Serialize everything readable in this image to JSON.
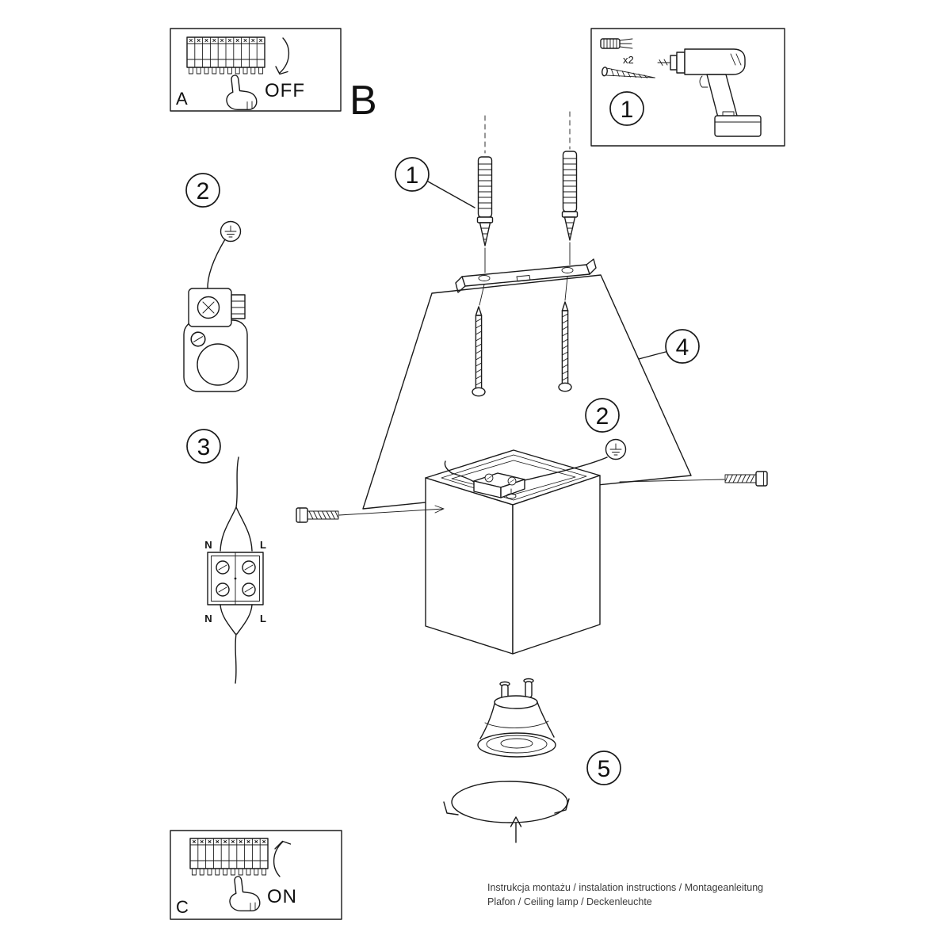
{
  "sheet": {
    "section_label": "B",
    "footer_line1": "Instrukcja montażu / instalation instructions / Montageanleitung",
    "footer_line2": "Plafon / Ceiling lamp / Deckenleuchte"
  },
  "power_off_panel": {
    "label": "A",
    "state": "OFF"
  },
  "power_on_panel": {
    "label": "C",
    "state": "ON"
  },
  "tools_panel": {
    "badge": "1",
    "plug_count": "x2"
  },
  "badges": {
    "plugs": "1",
    "ground_left": "2",
    "wiring": "3",
    "ceiling": "4",
    "ground_assembly": "2",
    "bulb": "5"
  },
  "wiring": {
    "n_top": "N",
    "l_top": "L",
    "n_bottom": "N",
    "l_bottom": "L"
  }
}
